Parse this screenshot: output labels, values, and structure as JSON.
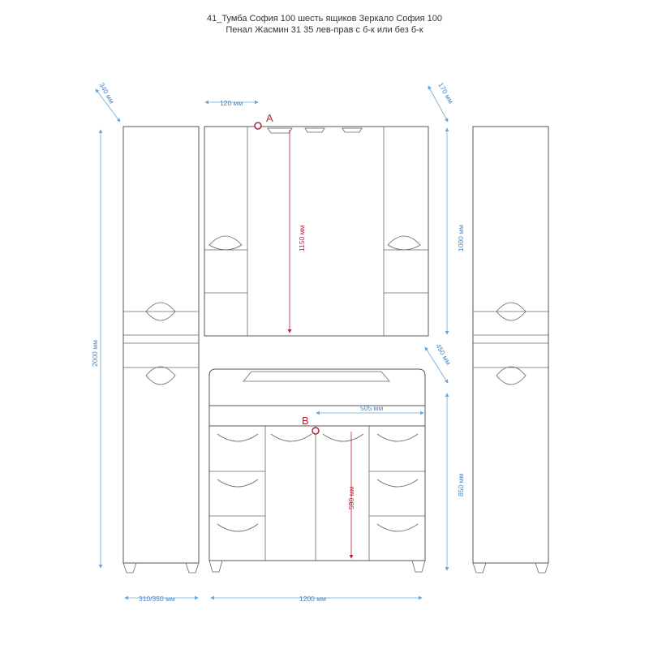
{
  "title": {
    "line1": "41_Тумба София 100 шесть ящиков  Зеркало София 100",
    "line2": "Пенал Жасмин 31 35 лев-прав с б-к или без б-к"
  },
  "dimensions": {
    "cabinet_depth": "340 мм",
    "tall_height": "2000 мм",
    "tall_width": "310/350 мм",
    "mirror_offset": "120 мм",
    "mirror_height_point_a": "1150 мм",
    "mirror_depth": "170 мм",
    "mirror_height": "1000 мм",
    "vanity_depth": "450 мм",
    "vanity_offset": "505 мм",
    "vanity_height": "850 мм",
    "vanity_point_b": "590 мм",
    "total_width": "1200 мм"
  },
  "points": {
    "a": "A",
    "b": "B"
  },
  "colors": {
    "dimension": "#4a86c5",
    "marker": "#b0253a",
    "outline": "#555555"
  }
}
